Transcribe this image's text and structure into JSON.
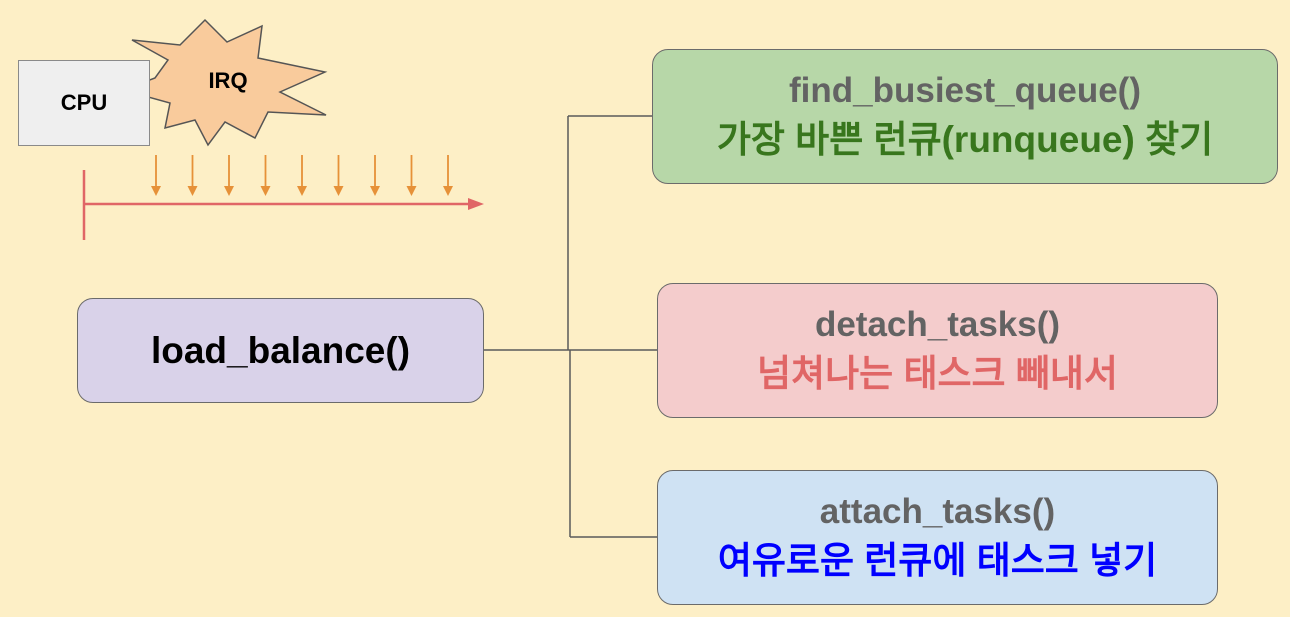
{
  "cpu": {
    "label": "CPU"
  },
  "irq": {
    "label": "IRQ"
  },
  "timeline": {
    "tick_count": 9
  },
  "load_balance": {
    "label": "load_balance()"
  },
  "steps": [
    {
      "title": "find_busiest_queue()",
      "desc": "가장 바쁜 런큐(runqueue) 찾기",
      "desc_color": "#38761d"
    },
    {
      "title": "detach_tasks()",
      "desc": "넘쳐나는 태스크 빼내서",
      "desc_color": "#e06666"
    },
    {
      "title": "attach_tasks()",
      "desc": "여유로운 런큐에 태스크 넣기",
      "desc_color": "#0000ff"
    }
  ],
  "colors": {
    "background": "#fdefc6",
    "irq_burst": "#f9cb9c",
    "timeline": "#e06666",
    "tick_arrow": "#e69138",
    "connector": "#5a5a5a"
  }
}
